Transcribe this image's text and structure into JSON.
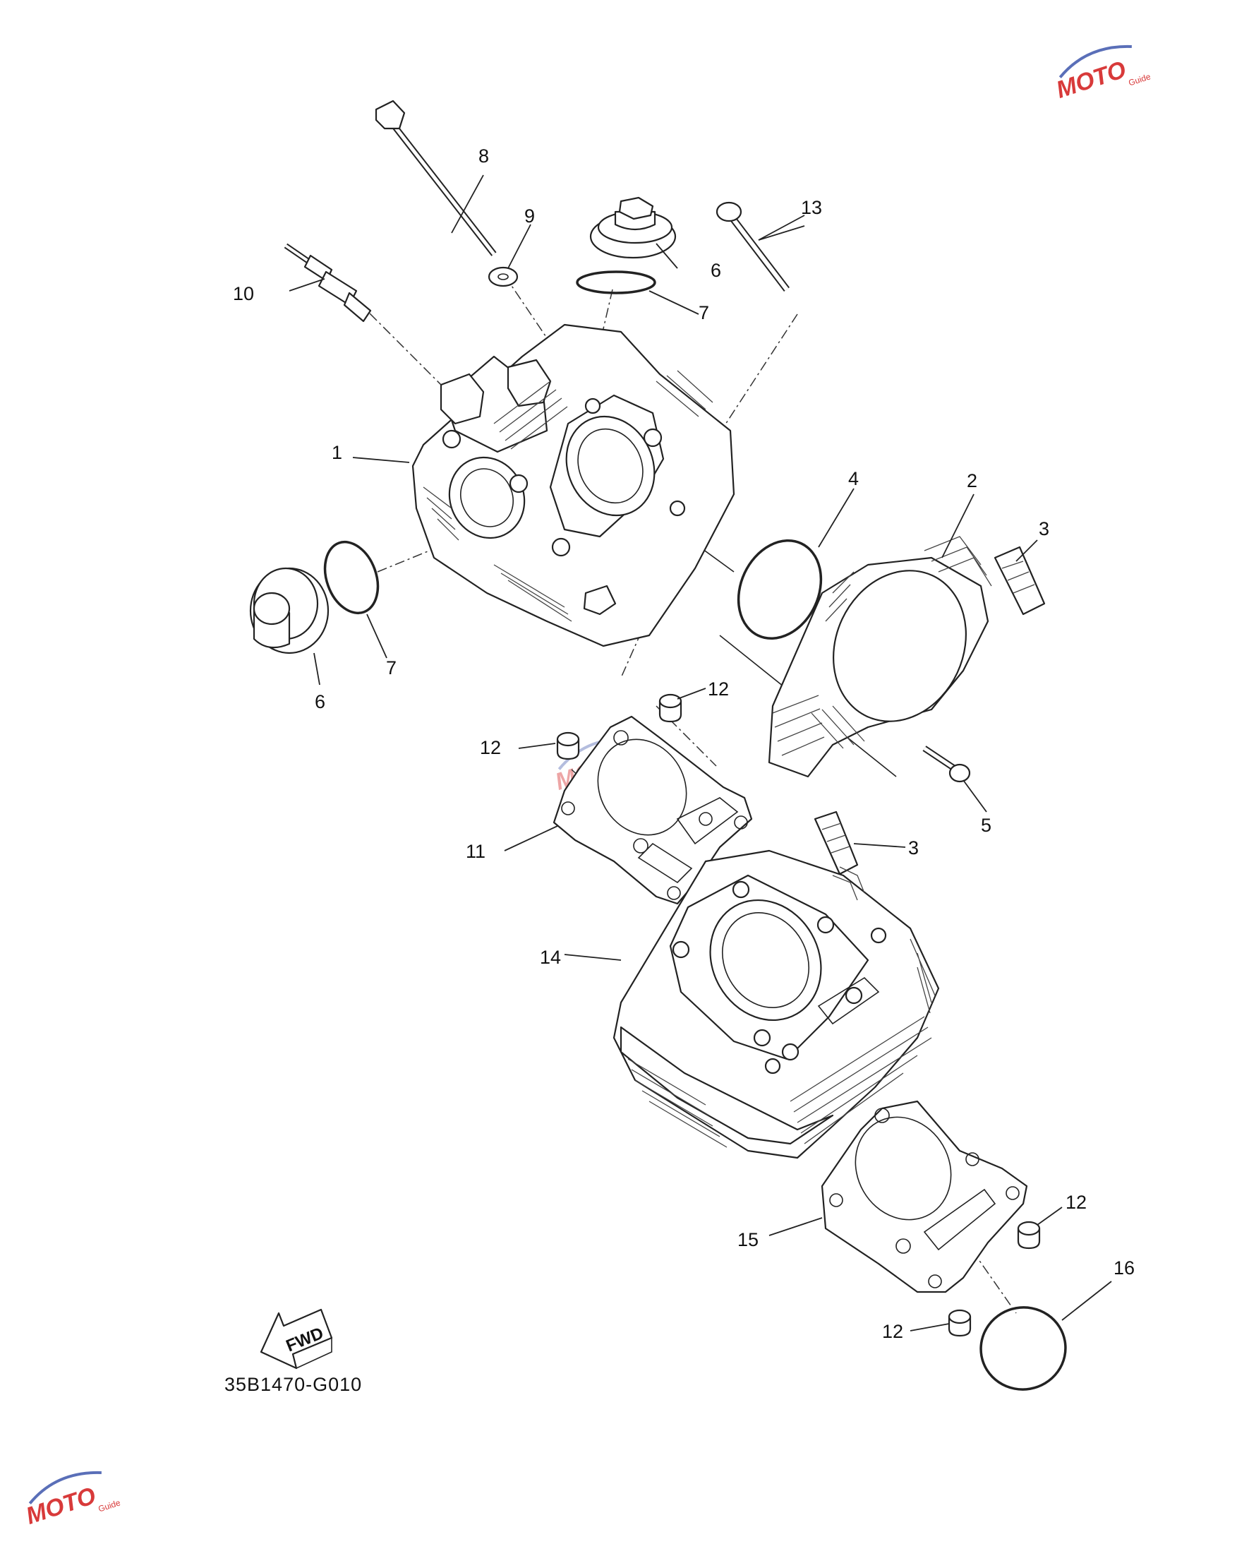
{
  "diagram": {
    "code": "35B1470-G010",
    "fwd_label": "FWD",
    "watermark": {
      "brand": "MOTO",
      "sub": "Guide"
    },
    "callouts": [
      "1",
      "2",
      "3",
      "3",
      "4",
      "5",
      "6",
      "6",
      "7",
      "7",
      "8",
      "9",
      "10",
      "11",
      "12",
      "12",
      "12",
      "12",
      "13",
      "14",
      "15",
      "16"
    ]
  },
  "colors": {
    "line": "#222222",
    "watermark": "#d83a3a",
    "watermark_accent": "#5a6fb8"
  }
}
